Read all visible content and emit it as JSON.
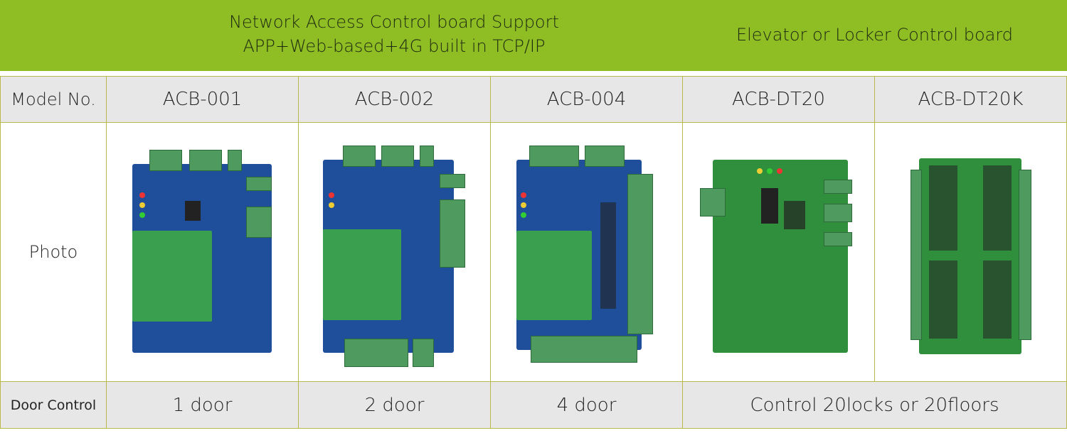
{
  "header": {
    "network_line1": "Network Access Control board Support",
    "network_line2": "APP+Web-based+4G built in TCP/IP",
    "elevator": "Elevator or Locker Control board",
    "accent": "#8fbd24"
  },
  "rows": {
    "model_label": "Model No.",
    "photo_label": "Photo",
    "door_label": "Door Control"
  },
  "models": [
    "ACB-001",
    "ACB-002",
    "ACB-004",
    "ACB-DT20",
    "ACB-DT20K"
  ],
  "doors": [
    "1 door",
    "2 door",
    "4 door",
    "Control 20locks or 20floors"
  ]
}
